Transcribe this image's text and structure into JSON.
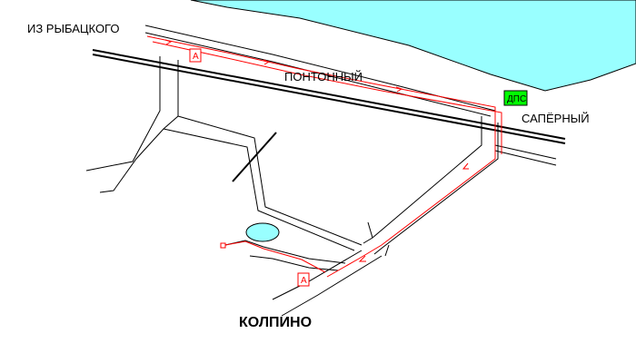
{
  "labels": {
    "from": "ИЗ РЫБАЦКОГО",
    "ponton": "ПОНТОННЫЙ",
    "saper": "САПЁРНЫЙ",
    "kolpino": "КОЛПИНО"
  },
  "markers": {
    "a_top": "А",
    "a_bottom": "А",
    "dps": "ДПС"
  },
  "colors": {
    "water": "#99ffff",
    "route": "#ff0000",
    "dps_bg": "#00ff00",
    "pond": "#99ffff"
  }
}
